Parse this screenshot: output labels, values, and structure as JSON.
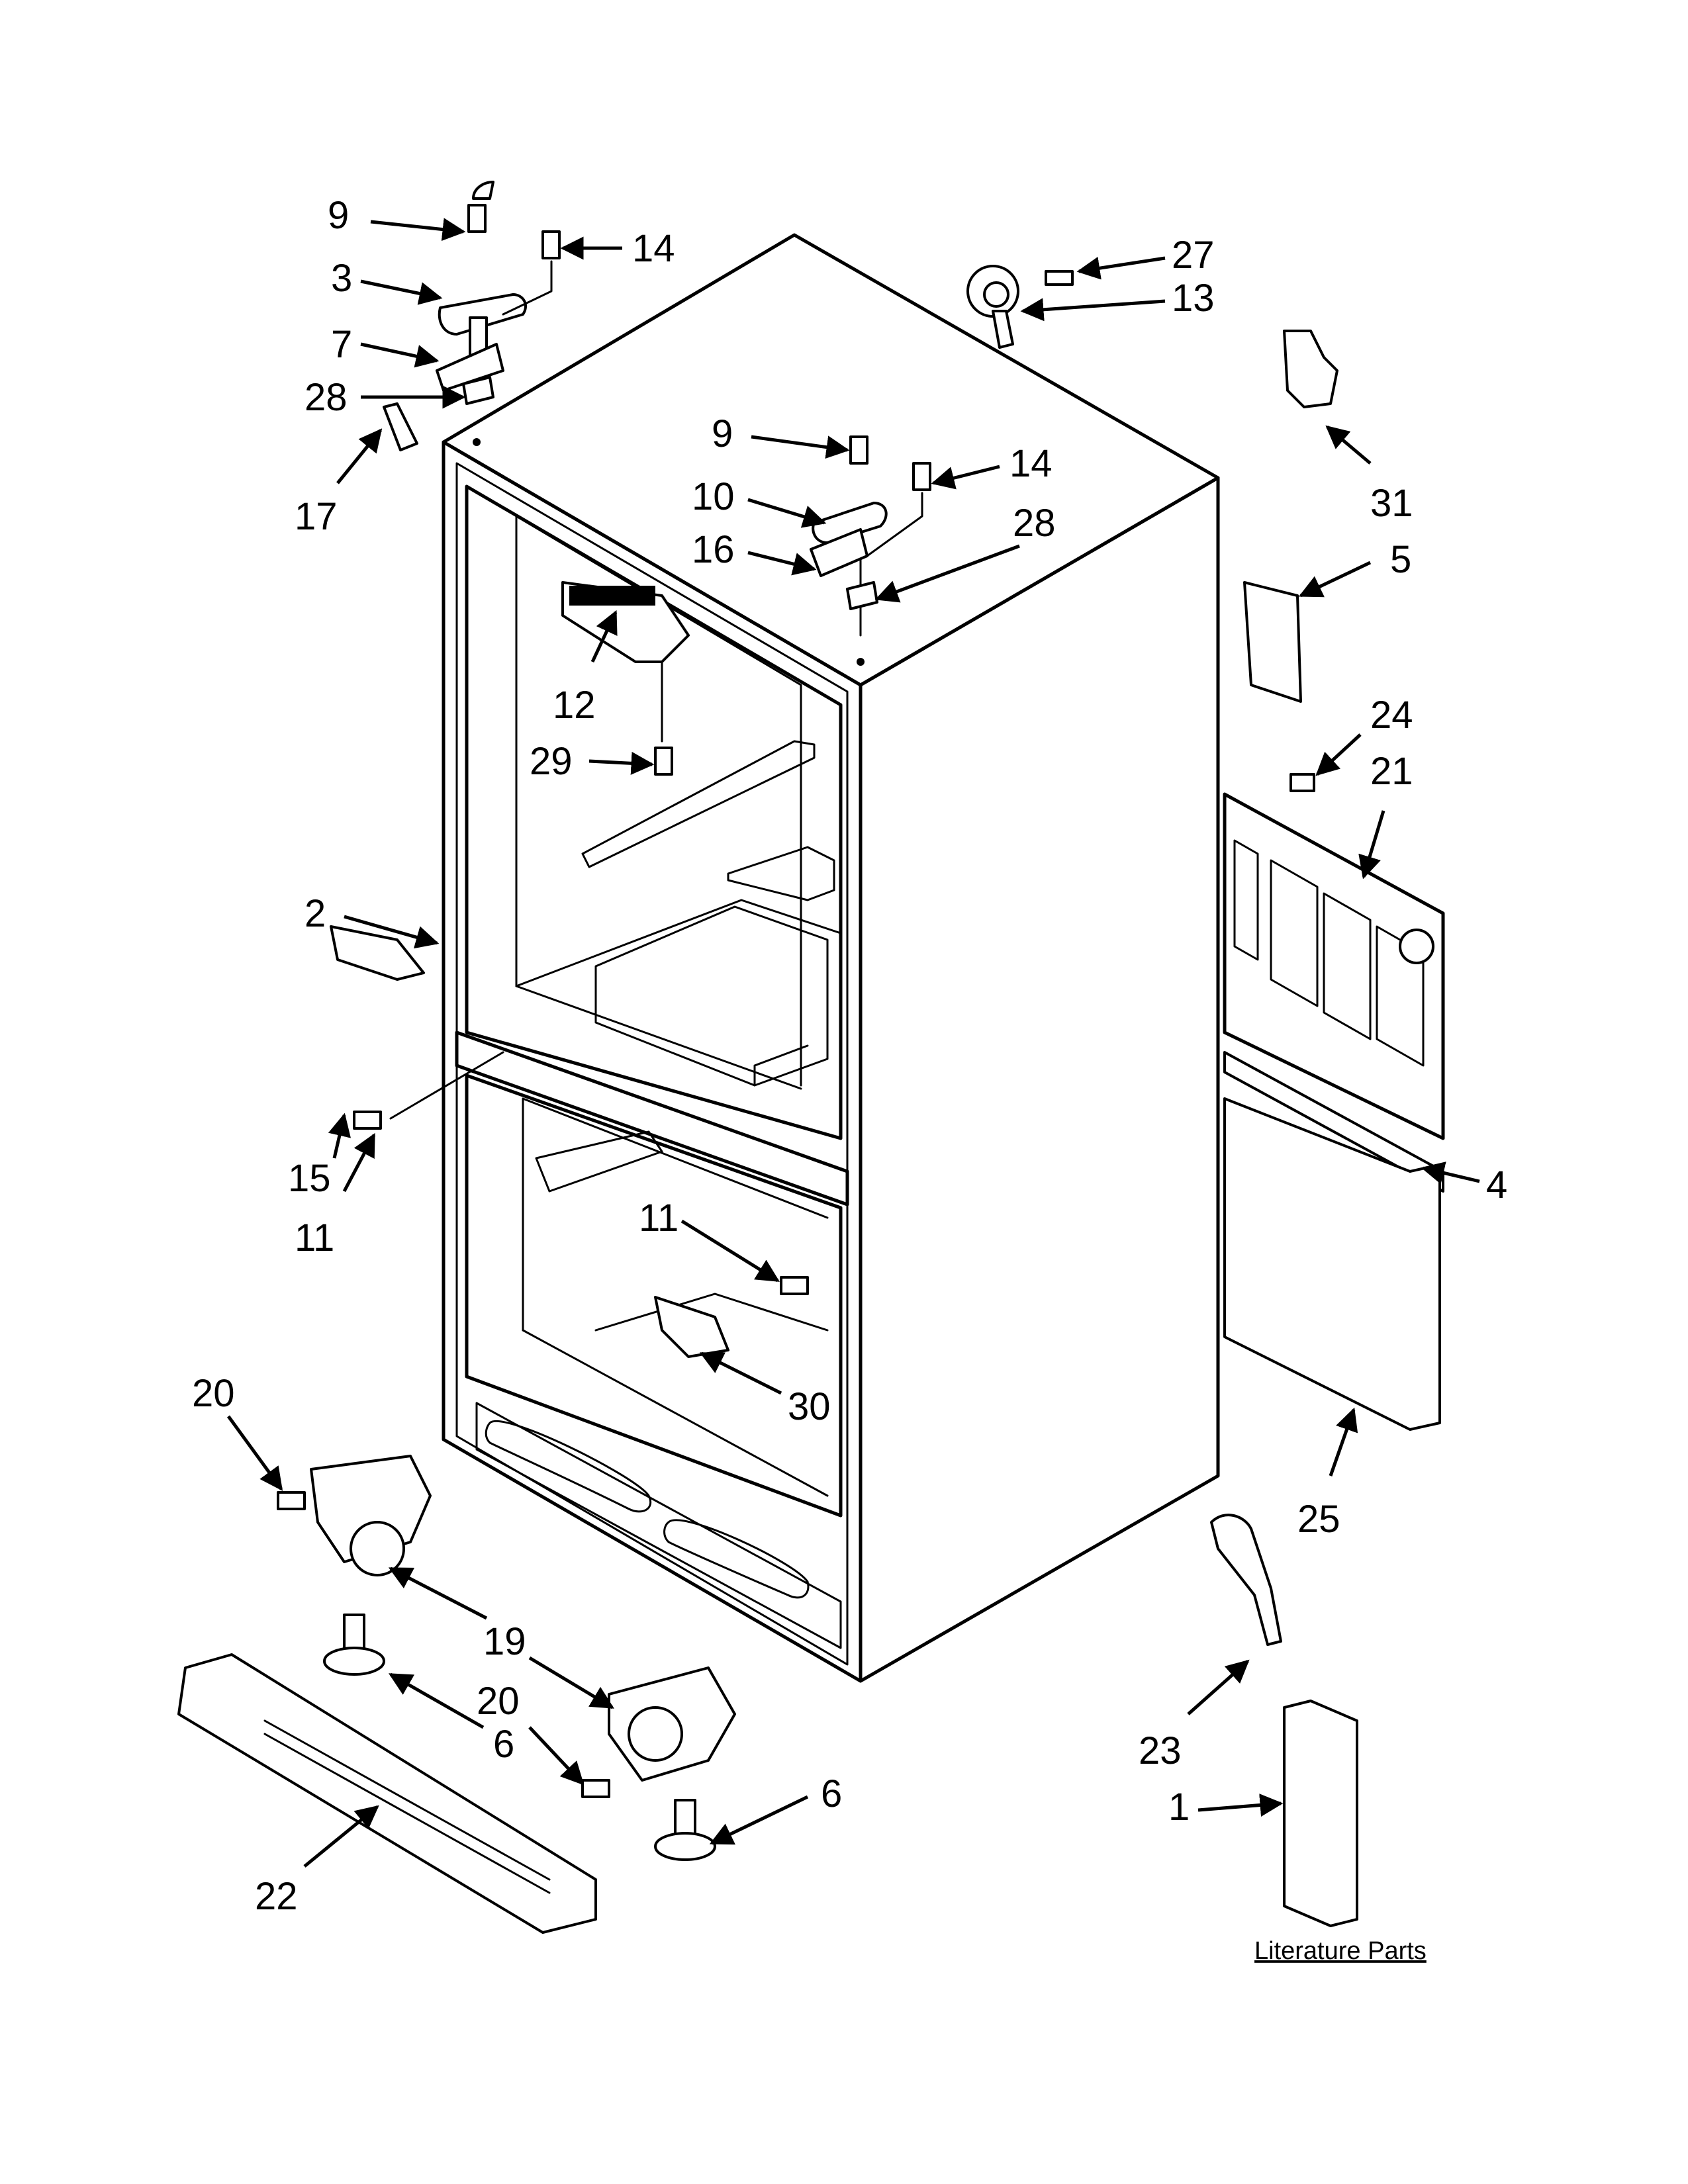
{
  "diagram": {
    "callouts": {
      "c9a": "9",
      "c14a": "14",
      "c3": "3",
      "c7": "7",
      "c28a": "28",
      "c17": "17",
      "c27": "27",
      "c13": "13",
      "c31": "31",
      "c5": "5",
      "c9b": "9",
      "c14b": "14",
      "c10": "10",
      "c16": "16",
      "c28b": "28",
      "c12": "12",
      "c29": "29",
      "c2": "2",
      "c24": "24",
      "c21": "21",
      "c15": "15",
      "c11a": "11",
      "c11b": "11",
      "c4": "4",
      "c30": "30",
      "c20a": "20",
      "c20b": "20",
      "c19": "19",
      "c6a": "6",
      "c6b": "6",
      "c25": "25",
      "c22": "22",
      "c23": "23",
      "c1": "1"
    },
    "literature_label": "Literature Parts"
  }
}
